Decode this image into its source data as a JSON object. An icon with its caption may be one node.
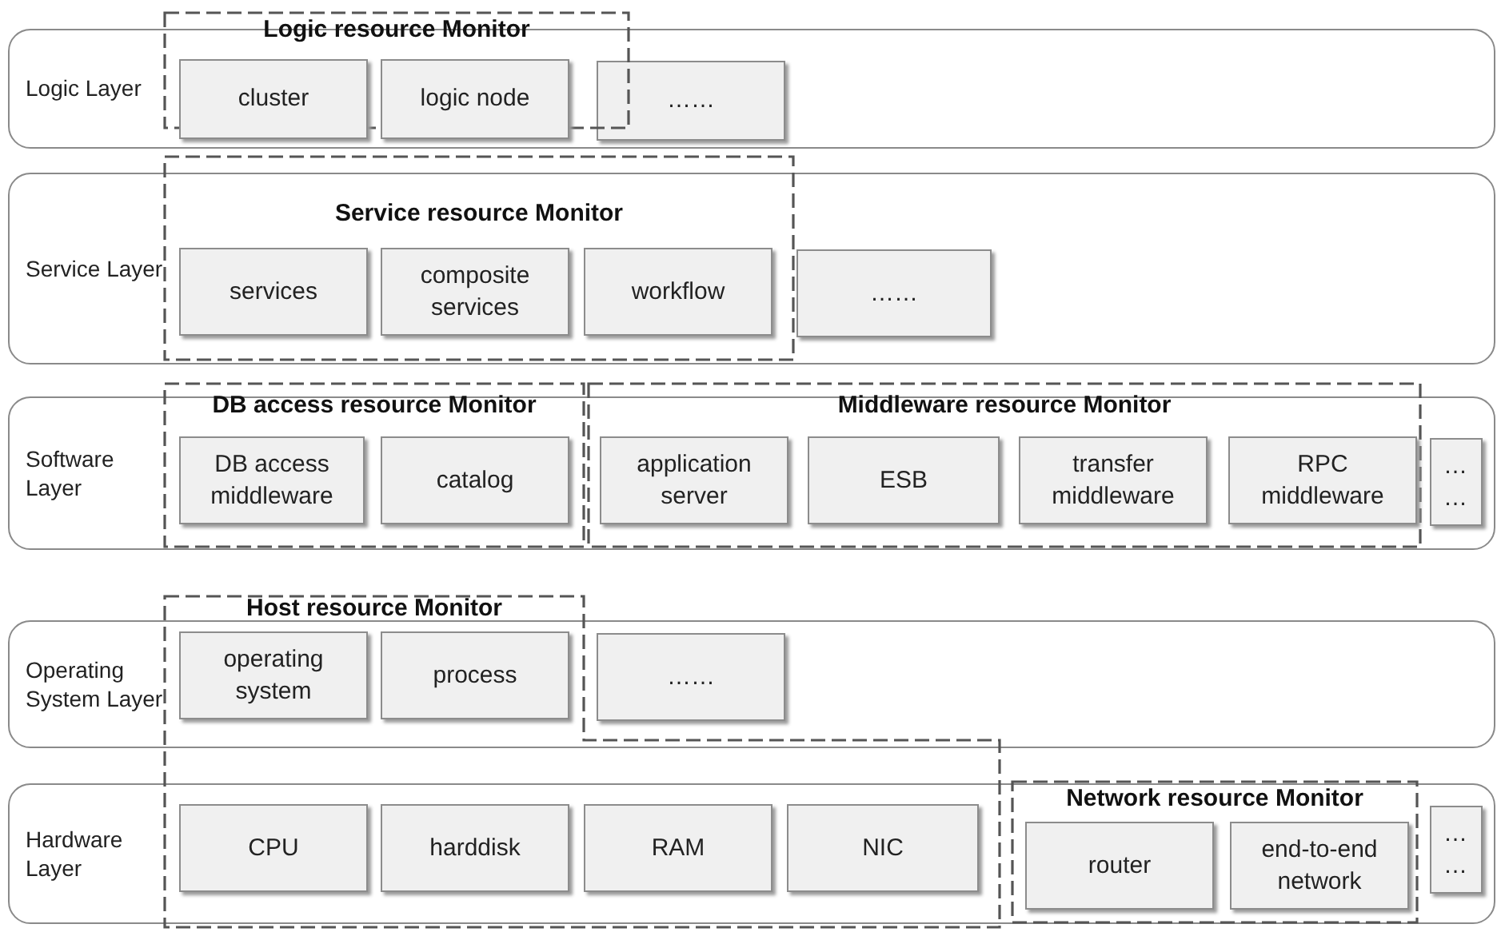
{
  "diagram": {
    "nodes": [
      {
        "text": [
          "Logic Layer"
        ]
      },
      {
        "text": [
          "Logic resource Monitor"
        ]
      },
      {
        "text": [
          "cluster"
        ],
        "in": 1
      },
      {
        "text": [
          "logic node"
        ],
        "in": 1
      },
      {
        "text": [
          "……"
        ],
        "in": 0
      },
      {
        "text": [
          "Service Layer"
        ]
      },
      {
        "text": [
          "Service resource Monitor"
        ]
      },
      {
        "text": [
          "services"
        ],
        "in": 6
      },
      {
        "text": [
          "composite services"
        ],
        "in": 6
      },
      {
        "text": [
          "workflow"
        ],
        "in": 6
      },
      {
        "text": [
          "……"
        ],
        "in": 5
      },
      {
        "text": [
          "Software Layer"
        ]
      },
      {
        "text": [
          "DB access resource Monitor"
        ]
      },
      {
        "text": [
          "DB access middleware"
        ],
        "in": 12
      },
      {
        "text": [
          "catalog"
        ],
        "in": 12
      },
      {
        "text": [
          "Middleware resource Monitor"
        ]
      },
      {
        "text": [
          "application server"
        ],
        "in": 15
      },
      {
        "text": [
          "ESB"
        ],
        "in": 15
      },
      {
        "text": [
          "transfer middleware"
        ],
        "in": 15
      },
      {
        "text": [
          "RPC middleware"
        ],
        "in": 15
      },
      {
        "text": [
          "… …"
        ],
        "in": 11
      },
      {
        "text": [
          "Operating System Layer"
        ]
      },
      {
        "text": [
          "Host resource Monitor"
        ]
      },
      {
        "text": [
          "operating system"
        ]
      },
      {
        "text": [
          "process"
        ]
      },
      {
        "text": [
          "CPU"
        ]
      },
      {
        "text": [
          "harddisk"
        ]
      },
      {
        "text": [
          "RAM"
        ]
      },
      {
        "text": [
          "NIC"
        ]
      },
      {
        "text": [
          "……"
        ],
        "in": 21
      },
      {
        "text": [
          "Hardware Layer"
        ]
      },
      {
        "text": [
          "Network resource Monitor"
        ],
        "in": 30
      },
      {
        "text": [
          "router"
        ],
        "in": 31
      },
      {
        "text": [
          "end-to-end network"
        ],
        "in": 31
      },
      {
        "text": [
          "… …"
        ],
        "in": 30
      }
    ]
  }
}
